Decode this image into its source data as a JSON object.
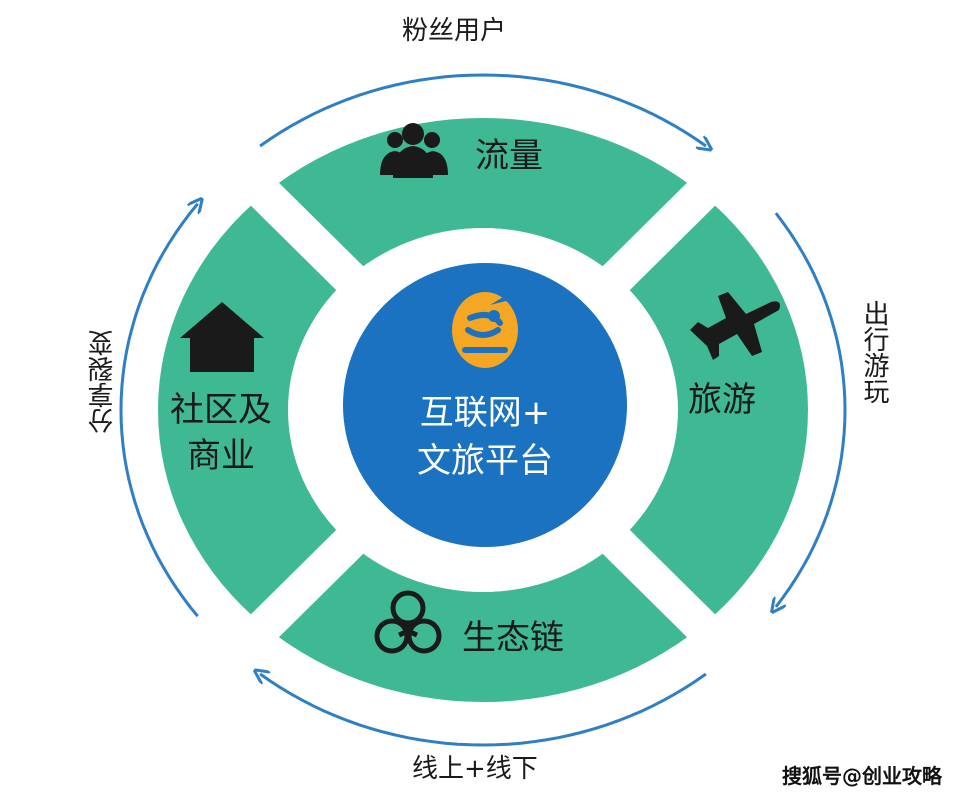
{
  "center": {
    "line1": "互联网+",
    "line2": "文旅平台",
    "logo": "rocket-runner-logo"
  },
  "segments": [
    {
      "label": "流量",
      "icon": "people-icon"
    },
    {
      "label": "旅游",
      "icon": "airplane-icon"
    },
    {
      "label": "生态链",
      "icon": "three-circles-icon"
    },
    {
      "label_line1": "社区及",
      "label_line2": "商业",
      "icon": "house-icon"
    }
  ],
  "arrows": {
    "top": "粉丝用户",
    "right": "出行游玩",
    "bottom": "线上+线下",
    "left": "分享裂变"
  },
  "watermark": "搜狐号@创业攻略",
  "colors": {
    "ring": "#3fb993",
    "center": "#1b72c0",
    "arrow": "#2f7fc6",
    "logo_bg": "#f5a623"
  }
}
